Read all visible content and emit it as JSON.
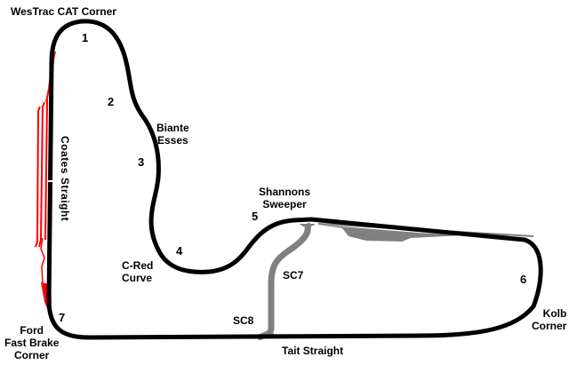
{
  "diagram": {
    "type": "race-circuit-map",
    "colors": {
      "track": "#000000",
      "service_roads": "#808080",
      "kerbs_runoff": "#ff0000",
      "background": "#ffffff"
    },
    "turn_numbers": [
      "1",
      "2",
      "3",
      "4",
      "5",
      "6",
      "7"
    ],
    "corner_names": {
      "westrac": "WesTrac CAT Corner",
      "biante_line1": "Biante",
      "biante_line2": "Esses",
      "cred_line1": "C-Red",
      "cred_line2": "Curve",
      "shannons_line1": "Shannons",
      "shannons_line2": "Sweeper",
      "kolb_line1": "Kolb",
      "kolb_line2": "Corner",
      "ford_line1": "Ford",
      "ford_line2": "Fast Brake",
      "ford_line3": "Corner"
    },
    "straights": {
      "coates": "Coates Straight",
      "tait": "Tait Straight"
    },
    "service_roads": {
      "sc7": "SC7",
      "sc8": "SC8"
    }
  }
}
